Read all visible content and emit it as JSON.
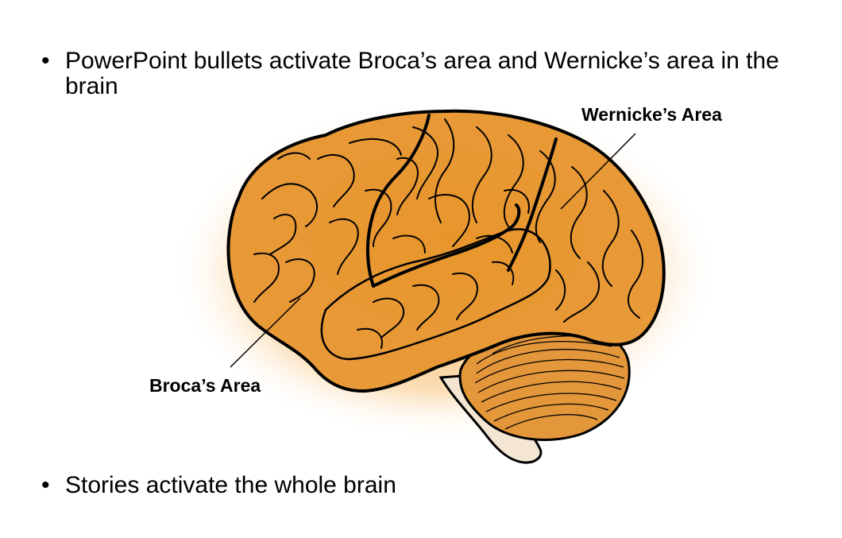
{
  "slide": {
    "bullets": [
      {
        "marker": "•",
        "text": "PowerPoint bullets activate Broca’s area and Wernicke’s area in the brain"
      },
      {
        "marker": "•",
        "text": "Stories activate the whole brain"
      }
    ]
  },
  "diagram": {
    "labels": {
      "wernicke": "Wernicke’s Area",
      "broca": "Broca’s Area"
    },
    "colors": {
      "brain_fill": "#E8962C",
      "glow": "#F6B04A",
      "outline": "#000000",
      "cerebellum_fill": "#E3963A"
    }
  }
}
